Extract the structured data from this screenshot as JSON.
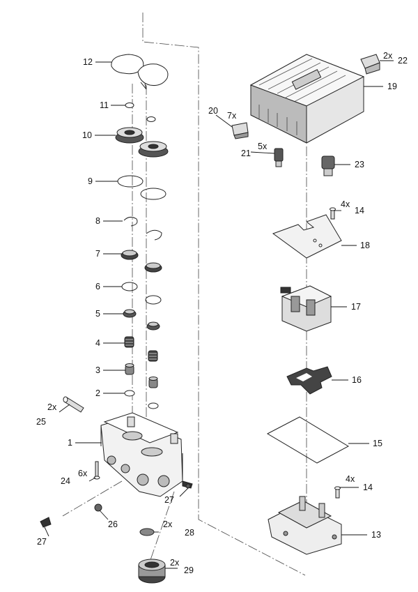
{
  "diagram": {
    "labels": {
      "l1": "1",
      "l2": "2",
      "l3": "3",
      "l4": "4",
      "l5": "5",
      "l6": "6",
      "l7": "7",
      "l8": "8",
      "l9": "9",
      "l10": "10",
      "l11": "11",
      "l12": "12",
      "l13": "13",
      "l14a": "14",
      "l14b": "14",
      "l15": "15",
      "l16": "16",
      "l17": "17",
      "l18": "18",
      "l19": "19",
      "l20": "20",
      "l21": "21",
      "l22": "22",
      "l23": "23",
      "l24": "24",
      "l25": "25",
      "l26": "26",
      "l27a": "27",
      "l27b": "27",
      "l28": "28",
      "l29": "29"
    },
    "quantities": {
      "q22": "2x",
      "q20": "7x",
      "q21": "5x",
      "q14a": "4x",
      "q14b": "4x",
      "q25": "2x",
      "q24": "6x",
      "q28": "2x",
      "q29": "2x"
    }
  }
}
